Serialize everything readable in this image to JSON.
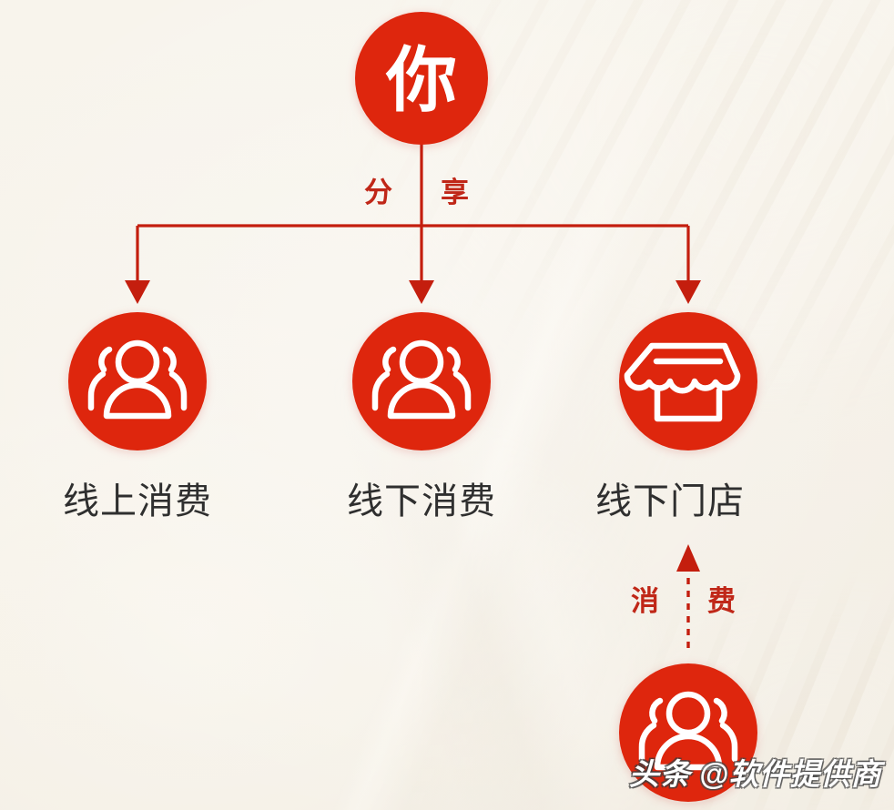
{
  "theme": {
    "accent_red": "#DE2610",
    "line_red": "#C41E0E",
    "label_text": "#2F2F2F",
    "background": "#F3EFE7"
  },
  "hero": {
    "character": "你",
    "icon": "hero-circle"
  },
  "flow_labels": {
    "share_left": "分",
    "share_right": "享",
    "consume_left": "消",
    "consume_right": "费"
  },
  "nodes": [
    {
      "id": "online-consumption",
      "label": "线上消费",
      "icon": "people-group-icon"
    },
    {
      "id": "offline-consumption",
      "label": "线下消费",
      "icon": "people-group-icon"
    },
    {
      "id": "offline-store",
      "label": "线下门店",
      "icon": "storefront-icon"
    }
  ],
  "bottom_node": {
    "id": "store-customers",
    "icon": "people-group-icon"
  },
  "watermark": {
    "brand": "头条",
    "handle": "@软件提供商"
  }
}
